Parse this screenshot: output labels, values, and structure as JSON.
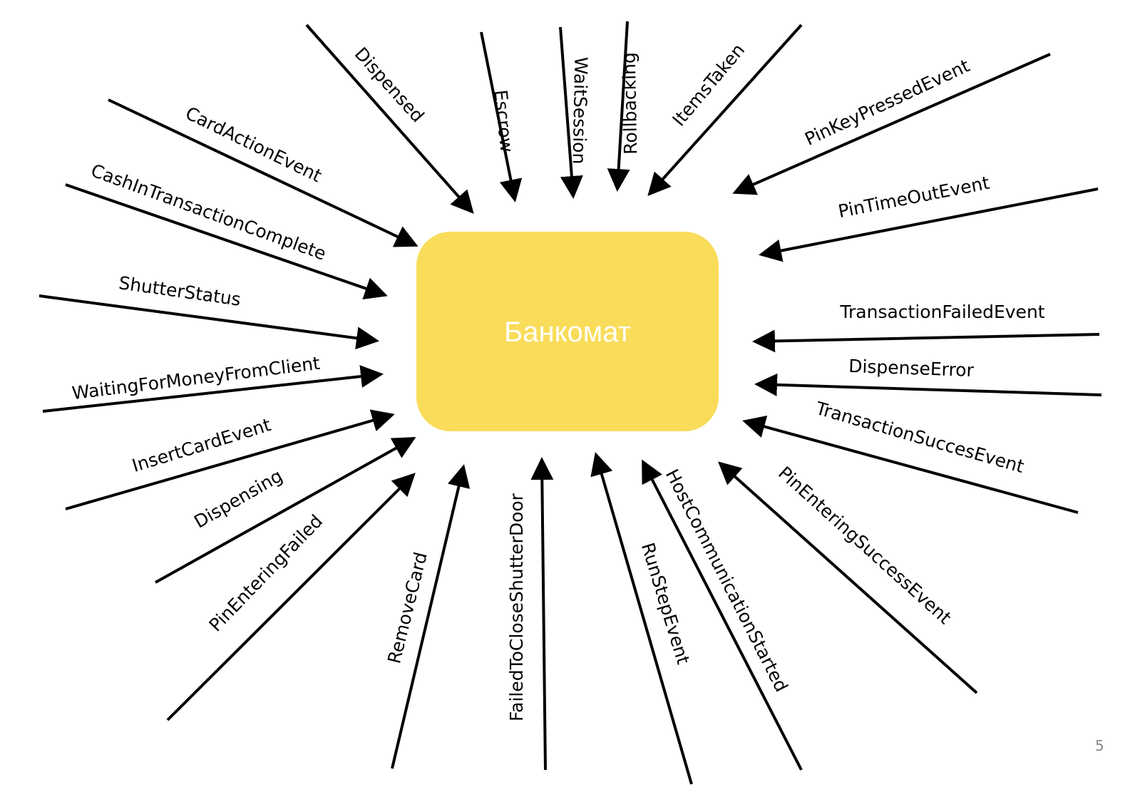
{
  "center": {
    "label": "Банкомат",
    "fill": "#f9dc5a",
    "text_color": "#ffffff"
  },
  "events": [
    "Dispensed",
    "Escrow",
    "WaitSession",
    "Rollbacking",
    "ItemsTaken",
    "PinKeyPressedEvent",
    "PinTimeOutEvent",
    "TransactionFailedEvent",
    "DispenseError",
    "TransactionSuccesEvent",
    "PinEnteringSuccessEvent",
    "HostCommunicationStarted",
    "RunStepEvent",
    "FailedToCloseShutterDoor",
    "RemoveCard",
    "PinEnteringFailed",
    "Dispensing",
    "InsertCardEvent",
    "WaitingForMoneyFromClient",
    "ShutterStatus",
    "CashInTransactionComplete",
    "CardActionEvent"
  ],
  "arrow_color": "#000000",
  "page_number": "5"
}
